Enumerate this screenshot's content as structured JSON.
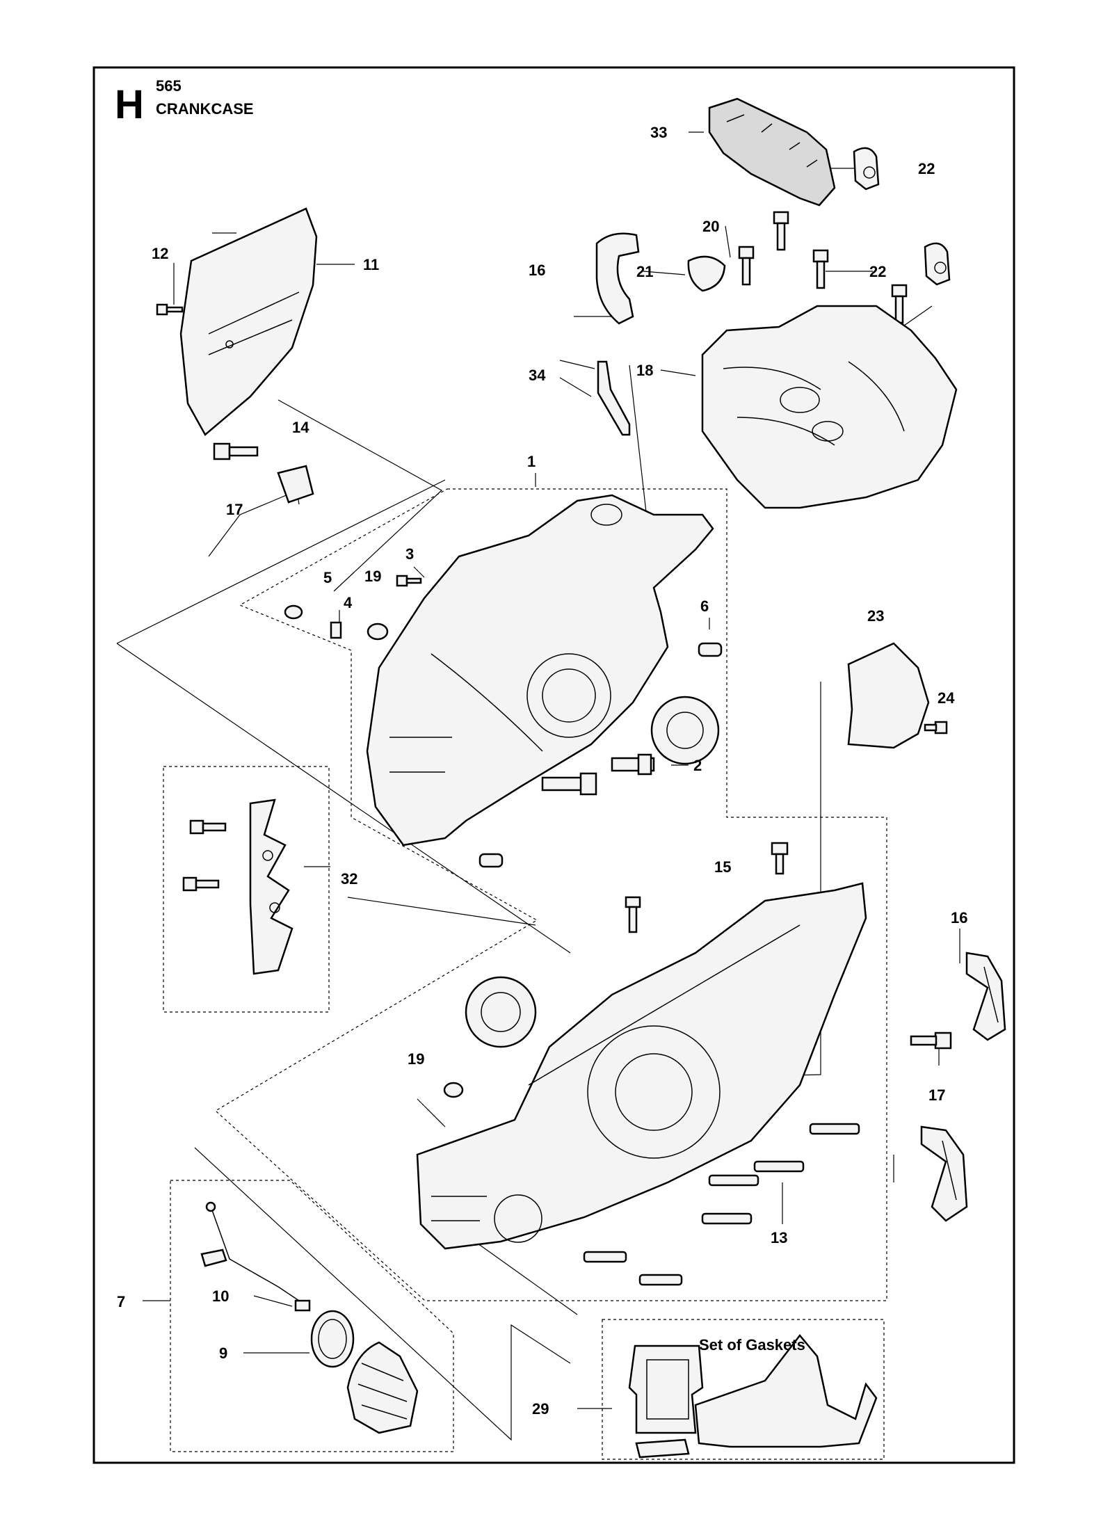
{
  "header": {
    "section_letter": "H",
    "model": "565",
    "title": "CRANKCASE"
  },
  "callouts": [
    "1",
    "2",
    "3",
    "4",
    "5",
    "6",
    "7",
    "9",
    "10",
    "11",
    "12",
    "13",
    "14",
    "15",
    "16",
    "16",
    "17",
    "17",
    "18",
    "19",
    "19",
    "20",
    "21",
    "22",
    "22",
    "23",
    "24",
    "29",
    "32",
    "33",
    "34"
  ],
  "gasket_set_label": "Set of Gaskets"
}
